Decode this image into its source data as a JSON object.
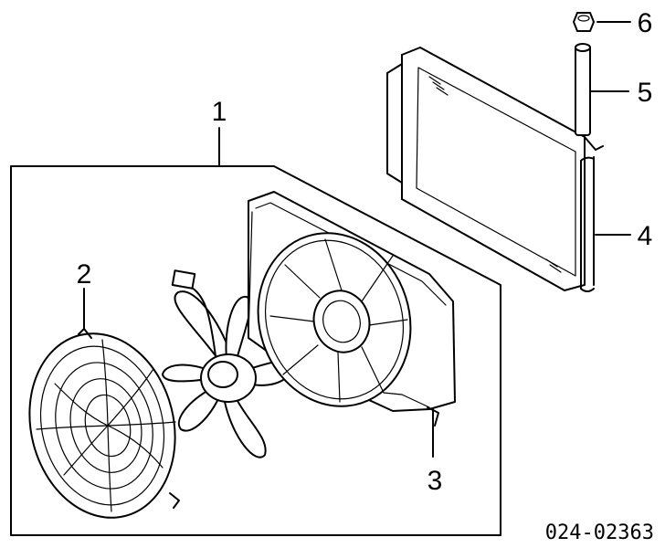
{
  "callouts": {
    "c1": "1",
    "c2": "2",
    "c3": "3",
    "c4": "4",
    "c5": "5",
    "c6": "6"
  },
  "diagram_code": "024-02363"
}
